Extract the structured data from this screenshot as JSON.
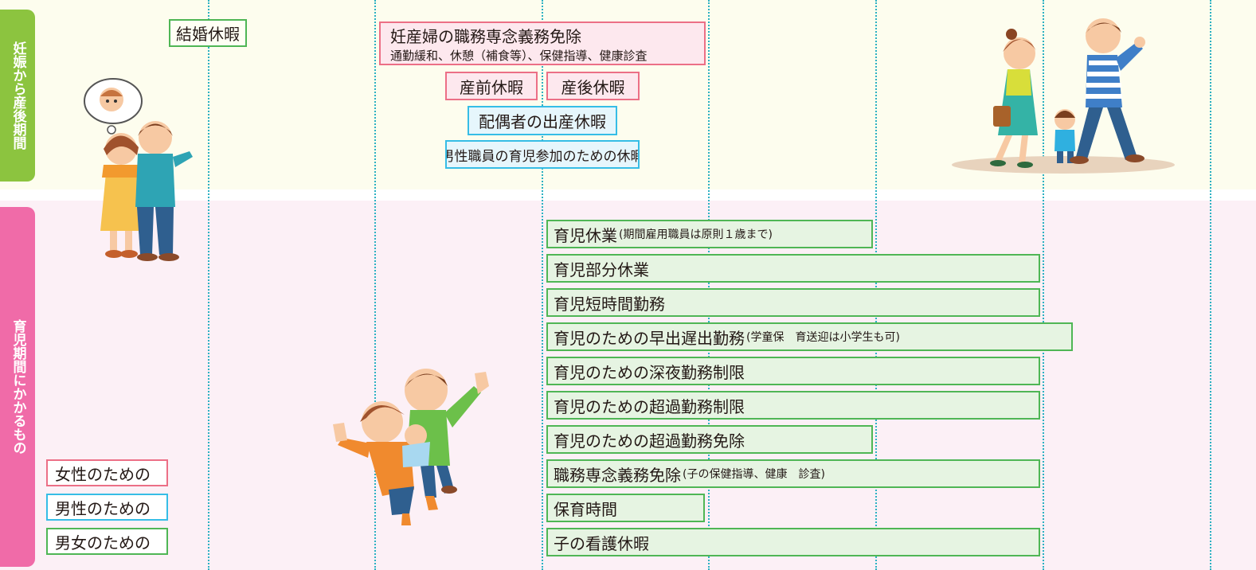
{
  "sections": {
    "top_label": "妊娠から産後期間",
    "bottom_label": "育児期間にかかるもの"
  },
  "top_items": {
    "marriage": "結婚休暇",
    "pregnant_title": "妊産婦の職務専念義務免除",
    "pregnant_sub": "通勤緩和、休憩（補食等）、保健指導、健康診査",
    "prenatal": "産前休暇",
    "postnatal": "産後休暇",
    "spouse_birth": "配偶者の出産休暇",
    "male_childcare": "男性職員の育児参加のための休暇"
  },
  "bottom_items": [
    {
      "label": "育児休業",
      "note": "(期間雇用職員は原則１歳まで)"
    },
    {
      "label": "育児部分休業",
      "note": ""
    },
    {
      "label": "育児短時間勤務",
      "note": ""
    },
    {
      "label": "育児のための早出遅出勤務",
      "note": "(学童保　育送迎は小学生も可)"
    },
    {
      "label": "育児のための深夜勤務制限",
      "note": ""
    },
    {
      "label": "育児のための超過勤務制限",
      "note": ""
    },
    {
      "label": "育児のための超過勤務免除",
      "note": ""
    },
    {
      "label": "職務専念義務免除",
      "note": "(子の保健指導、健康　診査)"
    },
    {
      "label": "保育時間",
      "note": ""
    },
    {
      "label": "子の看護休暇",
      "note": ""
    }
  ],
  "legend": {
    "female": "女性のための",
    "male": "男性のための",
    "both": "男女のための"
  },
  "colors": {
    "female": "#ec6f86",
    "male": "#36bde6",
    "both": "#4fb655",
    "top_tab": "#8cc43f",
    "bottom_tab": "#f06ba8"
  }
}
